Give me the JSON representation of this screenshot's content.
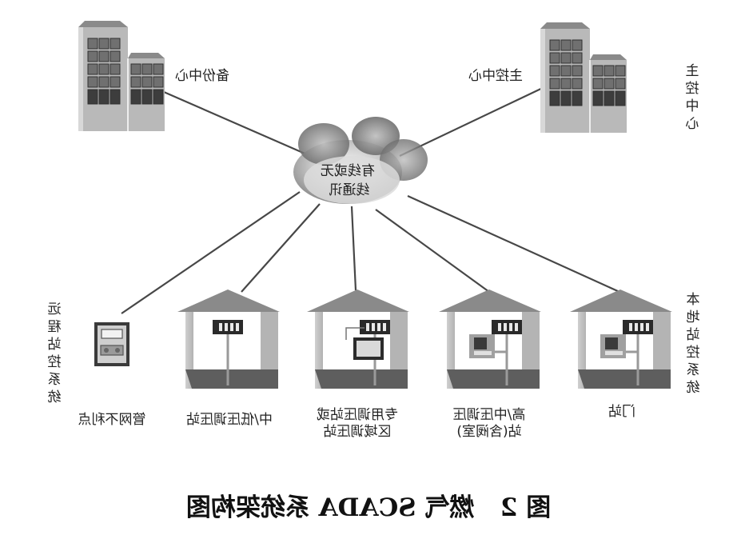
{
  "caption": "图 2   燃气 SCADA 系统架构图",
  "mirrored": true,
  "network": {
    "label_line1": "有线或无",
    "label_line2": "线通讯"
  },
  "centers": {
    "backup": "备份中心",
    "main": "主控中心"
  },
  "side_labels": {
    "main_center": [
      "主",
      "控",
      "中",
      "心"
    ],
    "remote_system": [
      "远",
      "程",
      "站",
      "控",
      "系",
      "统"
    ],
    "local_system": [
      "本",
      "地",
      "站",
      "控",
      "系",
      "统"
    ]
  },
  "stations": [
    {
      "id": "pipe-point",
      "label_lines": [
        "管网不利点"
      ]
    },
    {
      "id": "mid-low",
      "label_lines": [
        "中/低压调压站"
      ]
    },
    {
      "id": "dedicated",
      "label_lines": [
        "专用调压站或",
        "区域调压站"
      ]
    },
    {
      "id": "high-mid",
      "label_lines": [
        "高/中压调压",
        "站(含阀室)"
      ]
    },
    {
      "id": "gate",
      "label_lines": [
        "门站"
      ]
    }
  ],
  "colors": {
    "building": "#b9b9b9",
    "window": "#707070",
    "roof": "#8a8a8a",
    "floor": "#5e5e5e",
    "line": "#444444"
  }
}
